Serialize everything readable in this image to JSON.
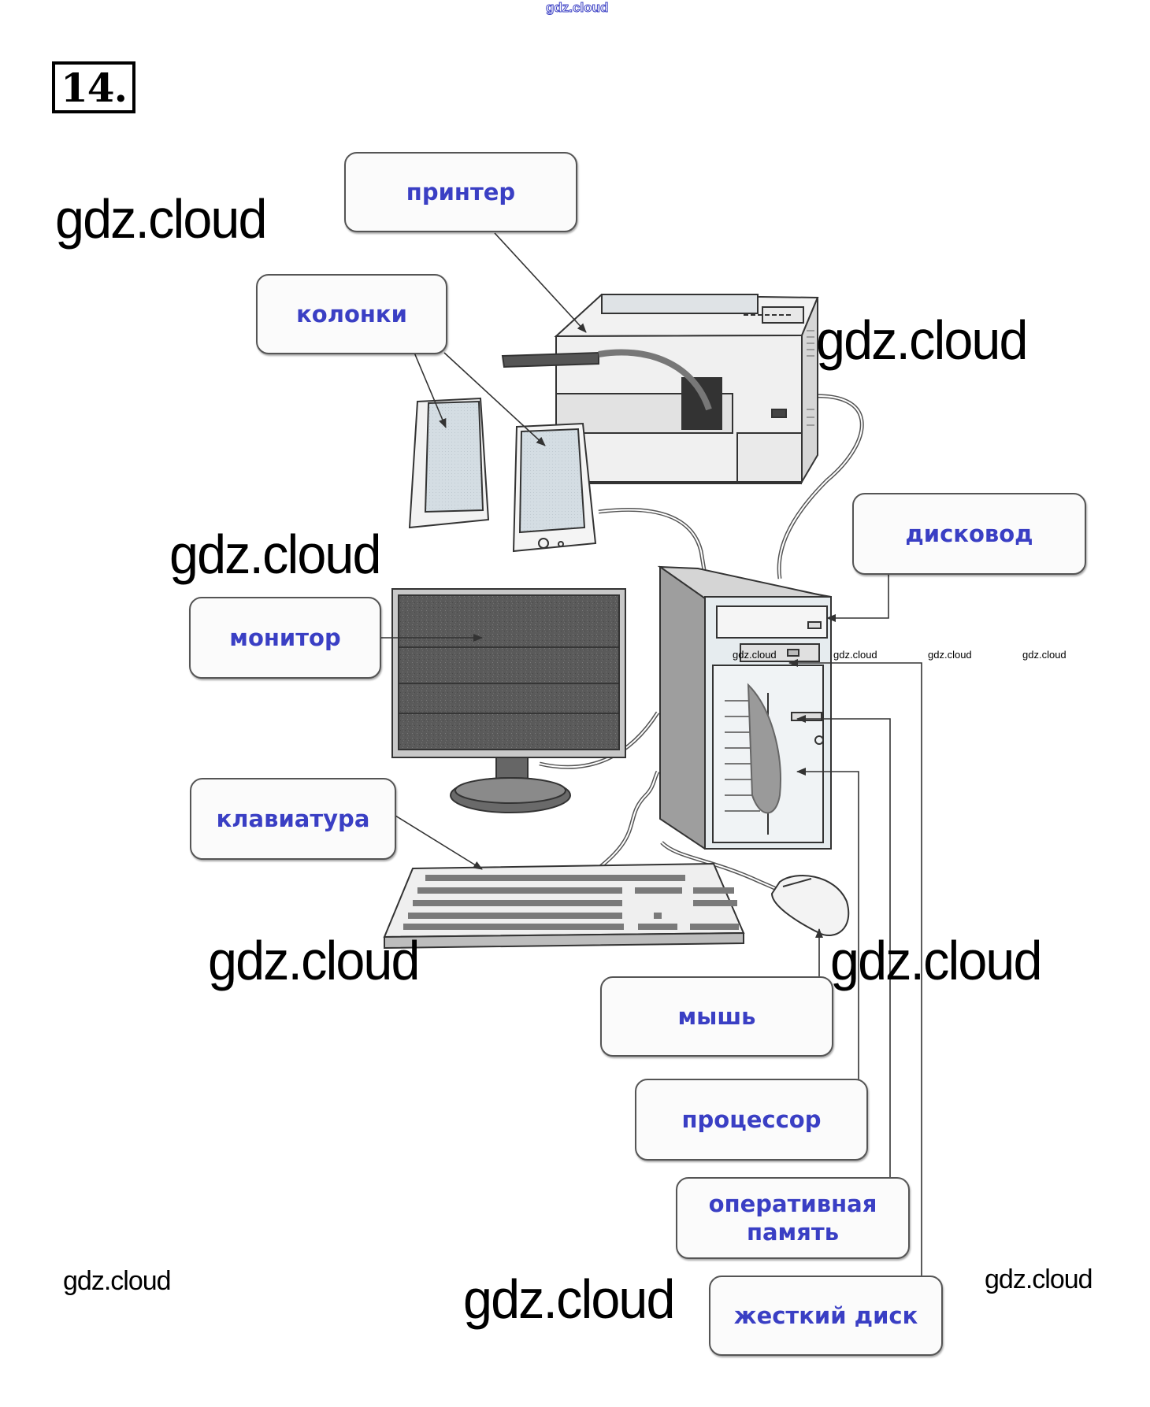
{
  "page": {
    "task_number": "14.",
    "header_watermark": "gdz.cloud"
  },
  "labels": {
    "printer": "принтер",
    "speakers": "колонки",
    "disk_drive": "дисковод",
    "monitor": "монитор",
    "keyboard": "клавиатура",
    "mouse": "мышь",
    "processor": "процессор",
    "ram_line1": "оперативная",
    "ram_line2": "память",
    "hard_disk": "жесткий диск"
  },
  "watermarks": {
    "text": "gdz.cloud"
  },
  "colors": {
    "label_text": "#3a3fc4",
    "label_border": "#555555",
    "label_fill": "#fbfbfb"
  }
}
